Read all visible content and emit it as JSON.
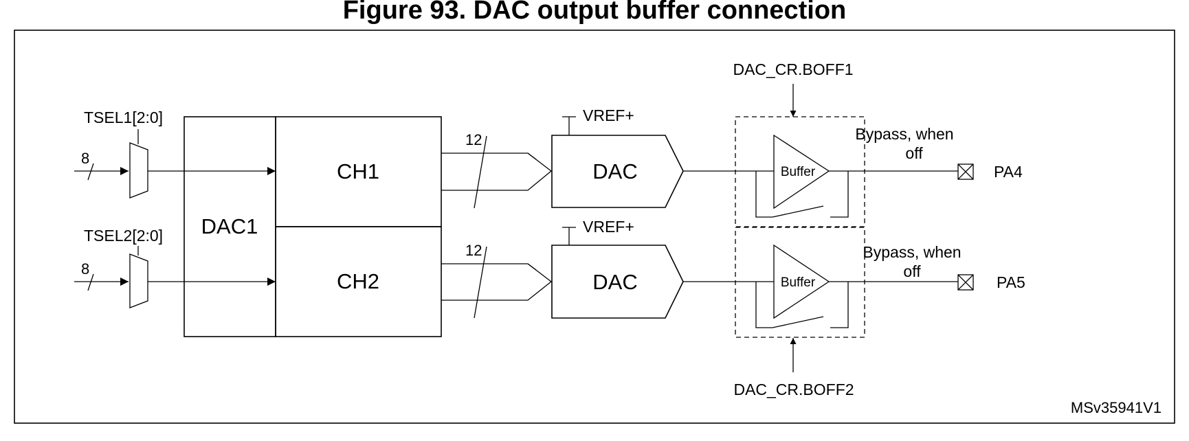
{
  "figure": {
    "title": "Figure 93. DAC output buffer connection",
    "ref_id": "MSv35941V1"
  },
  "blocks": {
    "dac1": "DAC1",
    "ch1": "CH1",
    "ch2": "CH2",
    "dac_ch1": "DAC",
    "dac_ch2": "DAC",
    "buffer1": "Buffer",
    "buffer2": "Buffer"
  },
  "signals": {
    "tsel1": "TSEL1[2:0]",
    "tsel2": "TSEL2[2:0]",
    "bus_in1": "8",
    "bus_in2": "8",
    "bus_data1": "12",
    "bus_data2": "12",
    "vref1": "VREF+",
    "vref2": "VREF+",
    "boff1": "DAC_CR.BOFF1",
    "boff2": "DAC_CR.BOFF2",
    "bypass1_line1": "Bypass, when",
    "bypass1_line2": "off",
    "bypass2_line1": "Bypass, when",
    "bypass2_line2": "off",
    "pin1": "PA4",
    "pin2": "PA5"
  }
}
